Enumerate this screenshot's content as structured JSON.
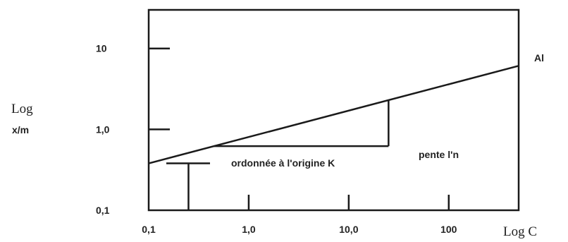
{
  "chart_data": {
    "type": "line",
    "x_scale": "log",
    "y_scale": "log",
    "xlim": [
      0.1,
      500
    ],
    "ylim": [
      0.1,
      30
    ],
    "x_ticks": [
      {
        "value": 0.1,
        "label": "0,1"
      },
      {
        "value": 1,
        "label": "1,0"
      },
      {
        "value": 10,
        "label": "10,0"
      },
      {
        "value": 100,
        "label": "100"
      }
    ],
    "y_ticks": [
      {
        "value": 0.1,
        "label": "0,1"
      },
      {
        "value": 1,
        "label": "1,0"
      },
      {
        "value": 10,
        "label": "10"
      }
    ],
    "xlabel": "Log C",
    "ylabel_line1": "Log",
    "ylabel_line2": "x/m",
    "series": [
      {
        "name": "Al",
        "x": [
          0.1,
          500
        ],
        "y": [
          0.38,
          6.1
        ]
      }
    ],
    "annotations": {
      "slope_label": "pente l'n",
      "slope_triangle": {
        "x_start": 0.45,
        "x_end": 25
      },
      "intercept_label": "ordonnée à l'origine K",
      "intercept_marker": {
        "x": 0.25,
        "y_top": 0.38
      }
    },
    "grid": false,
    "legend": "none"
  }
}
